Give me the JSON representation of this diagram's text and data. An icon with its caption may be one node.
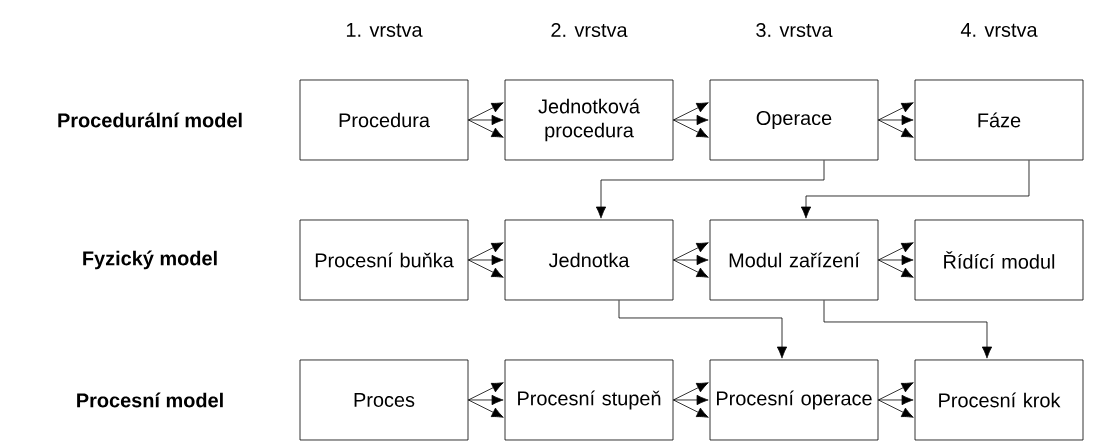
{
  "diagram": {
    "nodes": [
      {
        "text": [
          "Procedura"
        ]
      },
      {
        "text": [
          "Jednotková procedura"
        ]
      },
      {
        "text": [
          "Operace"
        ]
      },
      {
        "text": [
          "Fáze"
        ]
      },
      {
        "text": [
          "Procesní buňka"
        ]
      },
      {
        "text": [
          "Jednotka"
        ]
      },
      {
        "text": [
          "Modul zařízení"
        ]
      },
      {
        "text": [
          "Řídící modul"
        ]
      },
      {
        "text": [
          "Proces"
        ]
      },
      {
        "text": [
          "Procesní stupeň"
        ]
      },
      {
        "text": [
          "Procesní operace"
        ]
      },
      {
        "text": [
          "Procesní krok"
        ]
      }
    ],
    "edges": [
      {
        "from": 0,
        "to": 1,
        "arrow": "to"
      },
      {
        "from": 1,
        "to": 2,
        "arrow": "to"
      },
      {
        "from": 2,
        "to": 3,
        "arrow": "to"
      },
      {
        "from": 4,
        "to": 5,
        "arrow": "to"
      },
      {
        "from": 5,
        "to": 6,
        "arrow": "to"
      },
      {
        "from": 6,
        "to": 7,
        "arrow": "to"
      },
      {
        "from": 8,
        "to": 9,
        "arrow": "to"
      },
      {
        "from": 9,
        "to": 10,
        "arrow": "to"
      },
      {
        "from": 10,
        "to": 11,
        "arrow": "to"
      },
      {
        "from": 2,
        "to": 5,
        "arrow": "to"
      },
      {
        "from": 3,
        "to": 6,
        "arrow": "to"
      },
      {
        "from": 5,
        "to": 10,
        "arrow": "to"
      },
      {
        "from": 6,
        "to": 11,
        "arrow": "to"
      }
    ],
    "labels": [
      "1. vrstva",
      "2. vrstva",
      "3. vrstva",
      "4. vrstva",
      "Procedurální model",
      "Fyzický model",
      "Procesní model"
    ]
  }
}
